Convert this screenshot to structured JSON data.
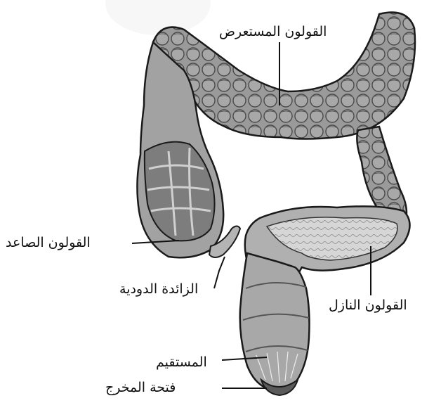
{
  "diagram": {
    "labels": {
      "transverse_colon": "القولون المستعرض",
      "ascending_colon": "القولون الصاعد",
      "appendix": "الزائدة الدودية",
      "descending_colon": "القولون النازل",
      "rectum": "المستقيم",
      "anus": "فتحة المخرج"
    },
    "colors": {
      "ink": "#1a1a1a",
      "tissue": "#9a9a9a",
      "tissue_dark": "#6b6b6b",
      "tissue_light": "#c8c8c8"
    }
  }
}
